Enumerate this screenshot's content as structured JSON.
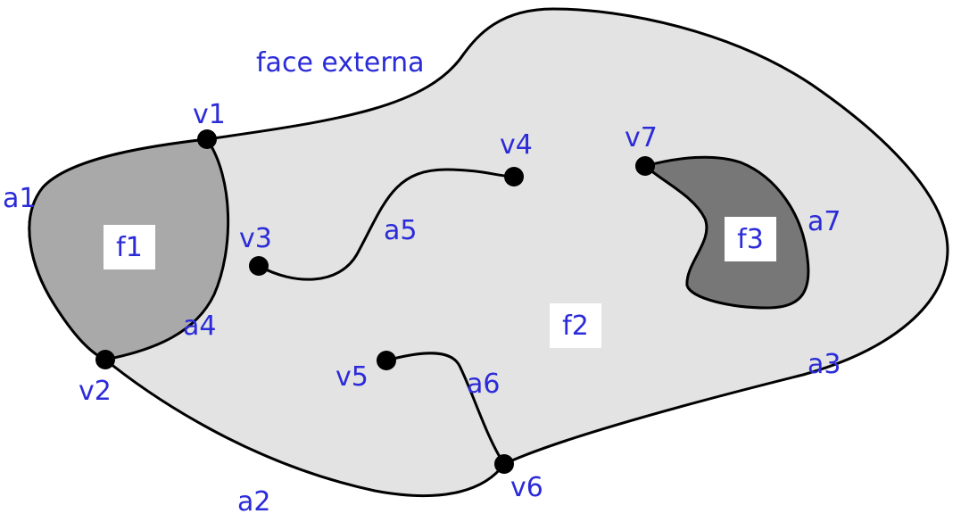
{
  "colors": {
    "outer_face": "#e3e3e3",
    "face_f1": "#a9a9a9",
    "face_f3": "#777777",
    "edge": "#000000",
    "vertex": "#000000",
    "label": "#2b2bd9"
  },
  "labels": {
    "external_face": "face externa",
    "faces": {
      "f1": "f1",
      "f2": "f2",
      "f3": "f3"
    },
    "vertices": {
      "v1": "v1",
      "v2": "v2",
      "v3": "v3",
      "v4": "v4",
      "v5": "v5",
      "v6": "v6",
      "v7": "v7"
    },
    "edges": {
      "a1": "a1",
      "a2": "a2",
      "a3": "a3",
      "a4": "a4",
      "a5": "a5",
      "a6": "a6",
      "a7": "a7"
    }
  }
}
